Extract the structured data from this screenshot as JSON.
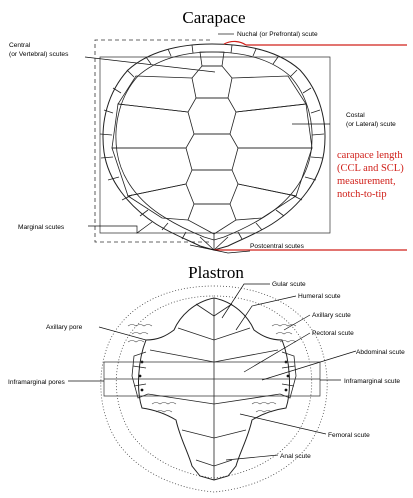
{
  "carapace": {
    "title": "Carapace",
    "labels": {
      "nuchal": "Nuchal (or Prefrontal) scute",
      "central_line1": "Central",
      "central_line2": "(or Vertebral) scutes",
      "costal_line1": "Costal",
      "costal_line2": "(or Lateral) scute",
      "marginal": "Marginal scutes",
      "postcentral": "Postcentral scutes"
    },
    "measurement_note": [
      "carapace length",
      "(CCL and SCL)",
      "measurement,",
      "notch-to-tip"
    ],
    "colors": {
      "measurement": "#d0201a"
    }
  },
  "plastron": {
    "title": "Plastron",
    "labels": {
      "gular": "Gular scute",
      "humeral": "Humeral scute",
      "axillary_scute": "Axillary scute",
      "axillary_pore": "Axillary pore",
      "pectoral": "Pectoral scute",
      "abdominal": "Abdominal scute",
      "inframarginal_pores": "Inframarginal pores",
      "inframarginal_scute": "Inframarginal scute",
      "femoral": "Femoral scute",
      "anal": "Anal scute"
    }
  }
}
